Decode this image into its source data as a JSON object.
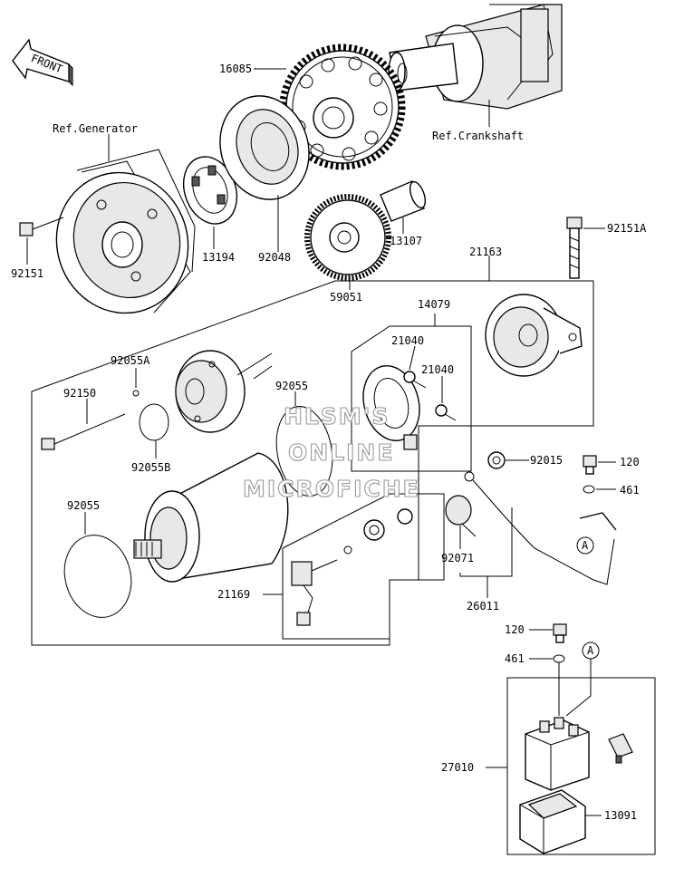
{
  "front_badge": "FRONT",
  "references": {
    "generator": "Ref.Generator",
    "crankshaft": "Ref.Crankshaft"
  },
  "parts": {
    "p16085": "16085",
    "p13194": "13194",
    "p92048": "92048",
    "p13107": "13107",
    "p92151": "92151",
    "p59051": "59051",
    "p92151A": "92151A",
    "p21163": "21163",
    "p14079": "14079",
    "p21040a": "21040",
    "p21040b": "21040",
    "p92055A": "92055A",
    "p92150": "92150",
    "p92055top": "92055",
    "p92055B": "92055B",
    "p92015": "92015",
    "p120a": "120",
    "p461a": "461",
    "p92055left": "92055",
    "p92071": "92071",
    "p21169": "21169",
    "p26011": "26011",
    "p120b": "120",
    "p461b": "461",
    "p27010": "27010",
    "p13091": "13091"
  },
  "callout_a_top": "A",
  "callout_a_bottom": "A",
  "watermark": {
    "line1": "HLSM'S",
    "line2": "ONLINE",
    "line3": "MICROFICHE"
  }
}
